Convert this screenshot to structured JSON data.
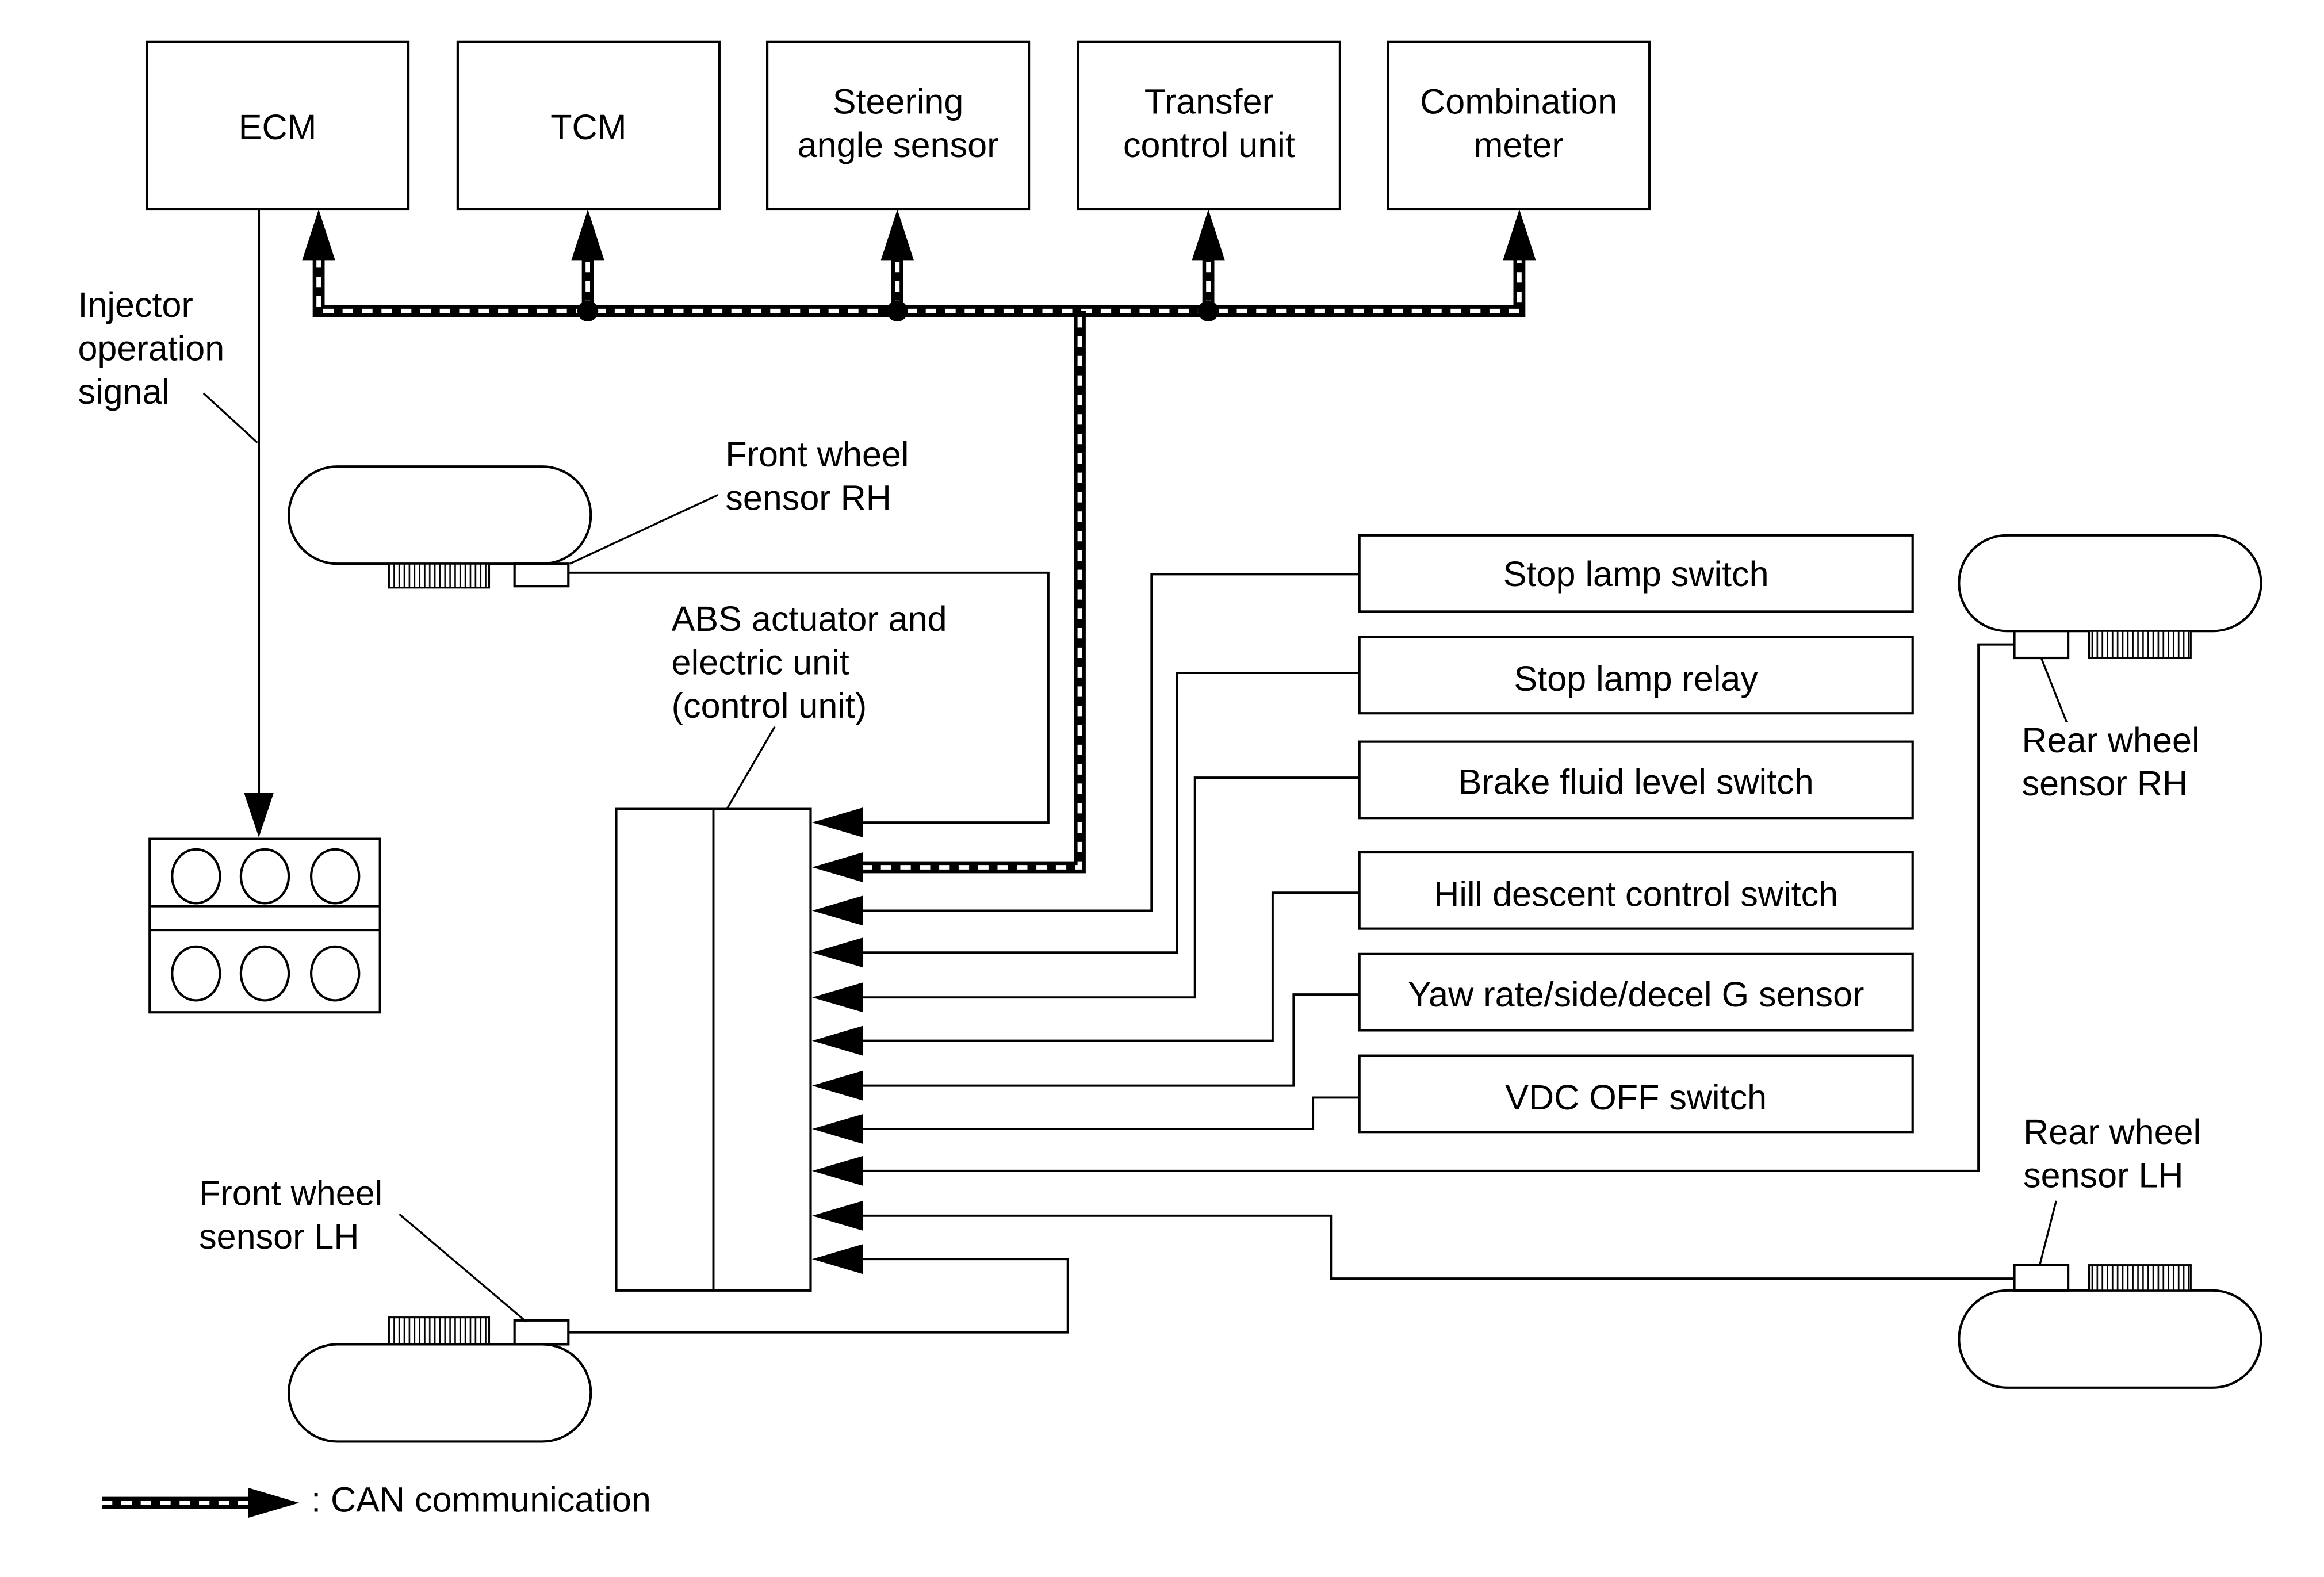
{
  "top_units": [
    {
      "lines": [
        "ECM"
      ]
    },
    {
      "lines": [
        "TCM"
      ]
    },
    {
      "lines": [
        "Steering",
        "angle sensor"
      ]
    },
    {
      "lines": [
        "Transfer",
        "control unit"
      ]
    },
    {
      "lines": [
        "Combination",
        "meter"
      ]
    }
  ],
  "signal_label": {
    "lines": [
      "Injector",
      "operation",
      "signal"
    ]
  },
  "wheel_sensors": {
    "front_rh": [
      "Front wheel",
      "sensor RH"
    ],
    "front_lh": [
      "Front wheel",
      "sensor LH"
    ],
    "rear_rh": [
      "Rear wheel",
      "sensor RH"
    ],
    "rear_lh": [
      "Rear wheel",
      "sensor LH"
    ]
  },
  "abs_unit": {
    "lines": [
      "ABS actuator and",
      "electric unit",
      "(control unit)"
    ]
  },
  "switches": [
    "Stop lamp switch",
    "Stop lamp relay",
    "Brake fluid level switch",
    "Hill descent control switch",
    "Yaw rate/side/decel G sensor",
    "VDC OFF switch"
  ],
  "legend": {
    "text": ": CAN communication"
  }
}
